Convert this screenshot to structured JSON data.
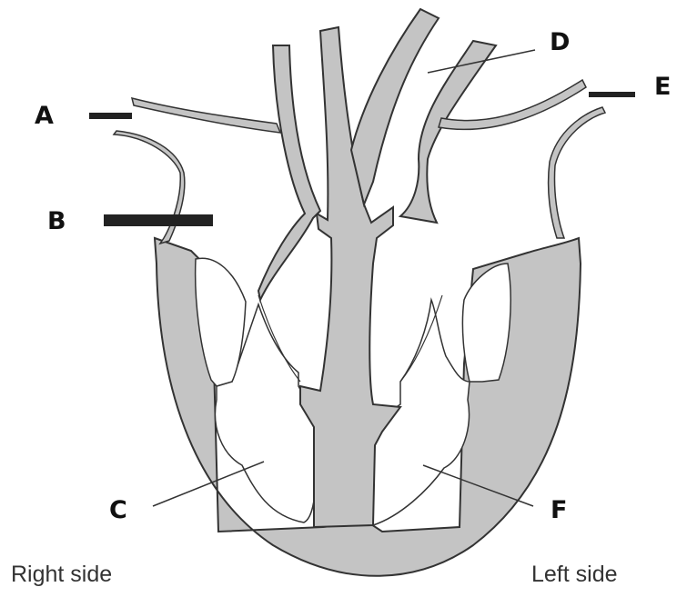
{
  "labels": {
    "a": "A",
    "b": "B",
    "c": "C",
    "d": "D",
    "e": "E",
    "f": "F"
  },
  "sides": {
    "right": "Right side",
    "left": "Left side"
  },
  "colors": {
    "tissue": "#c4c4c4",
    "outline": "#333333",
    "marker": "#222222",
    "background": "#ffffff"
  }
}
